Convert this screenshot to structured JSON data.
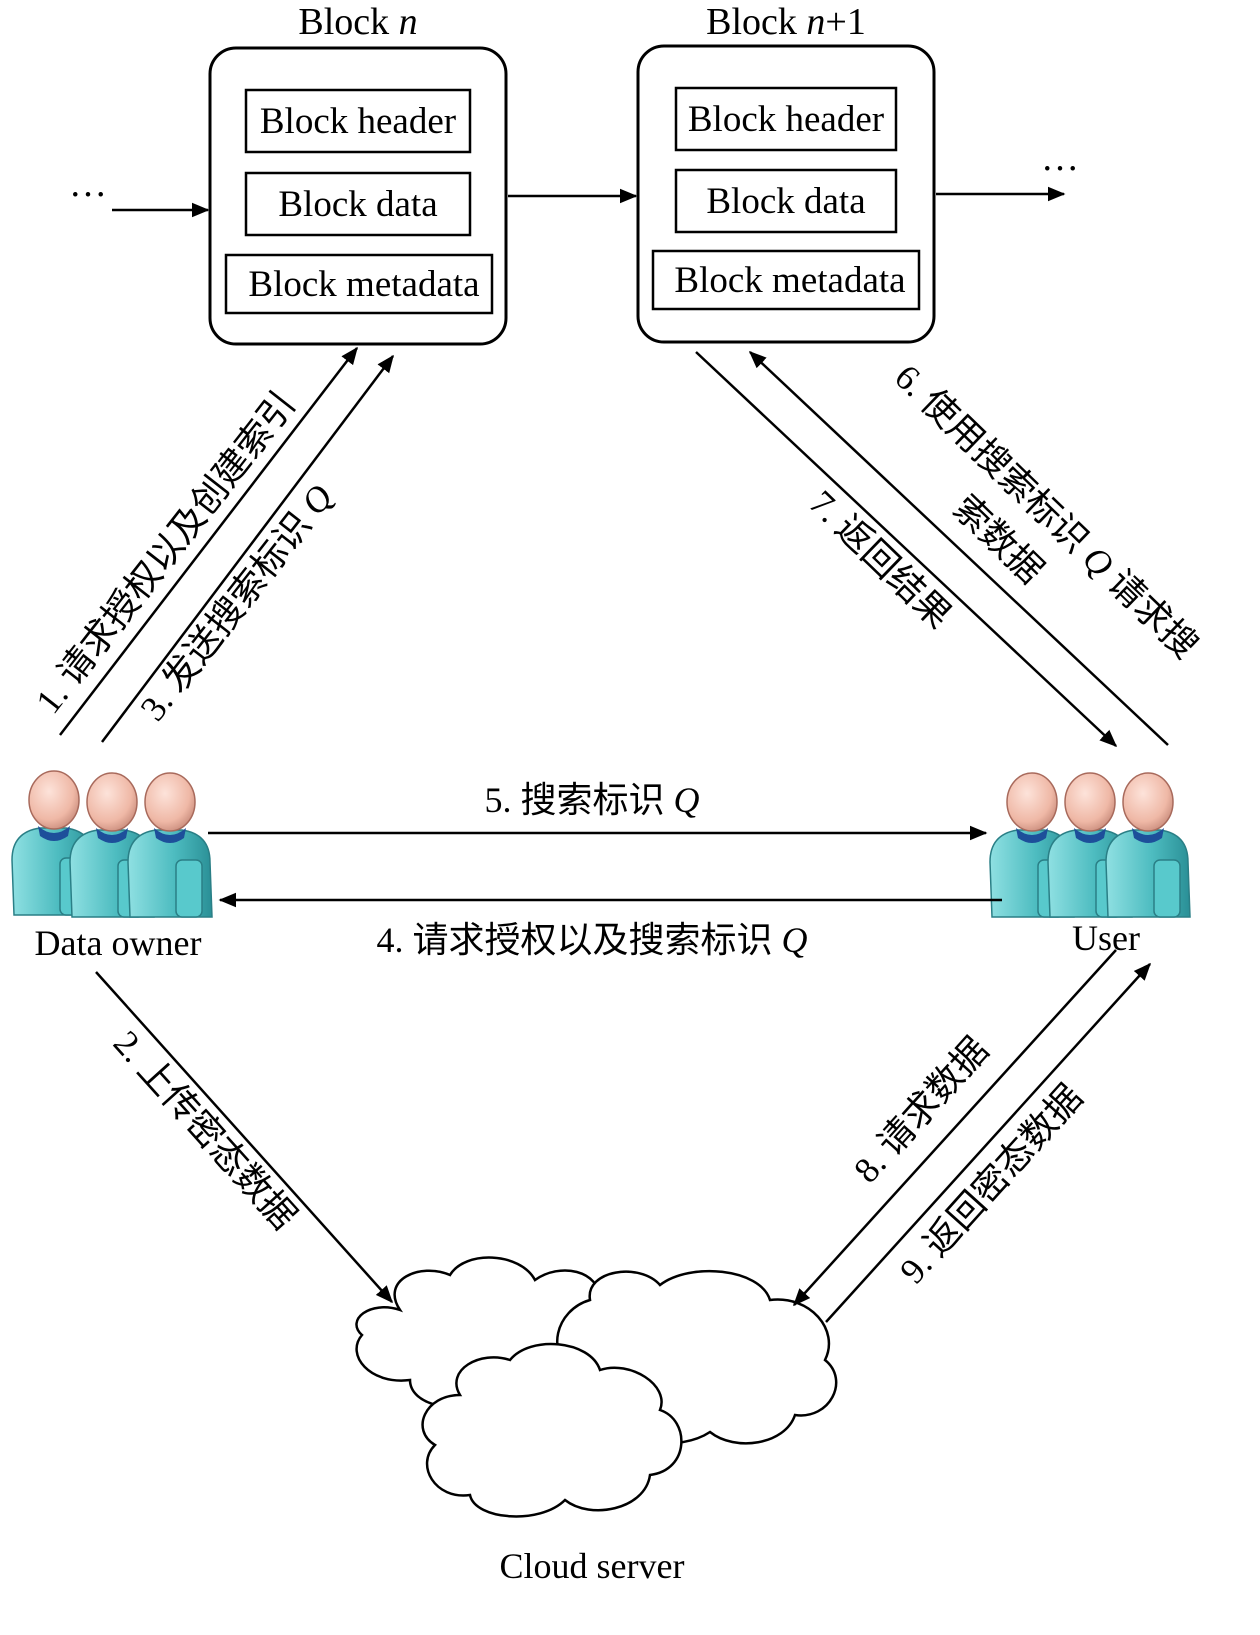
{
  "blocks": [
    {
      "title_prefix": "Block ",
      "title_var": "n",
      "title_suffix": "",
      "header": "Block header",
      "data": "Block data",
      "metadata": "Block metadata"
    },
    {
      "title_prefix": "Block ",
      "title_var": "n",
      "title_suffix": "+1",
      "header": "Block header",
      "data": "Block data",
      "metadata": "Block metadata"
    }
  ],
  "ellipsis_left": "…",
  "ellipsis_right": "…",
  "actors": {
    "data_owner": "Data owner",
    "user": "User",
    "cloud": "Cloud server"
  },
  "steps": {
    "s1": "1. 请求授权以及创建索引",
    "s2": "2. 上传密态数据",
    "s3_text": "3. 发送搜索标识 ",
    "s3_var": "Q",
    "s4_text": "4. 请求授权以及搜索标识 ",
    "s4_var": "Q",
    "s5_text": "5. 搜索标识 ",
    "s5_var": "Q",
    "s6_line1_text": "6. 使用搜索标识 ",
    "s6_line1_var": "Q",
    "s6_line1_tail": " 请求搜",
    "s6_line2": "索数据",
    "s7": "7. 返回结果",
    "s8": "8. 请求数据",
    "s9": "9. 返回密态数据"
  },
  "colors": {
    "person_head": "#f2c4b4",
    "person_body": "#5fc6c8",
    "person_shadow": "#2a7f86",
    "person_collar": "#1d4f9a"
  }
}
